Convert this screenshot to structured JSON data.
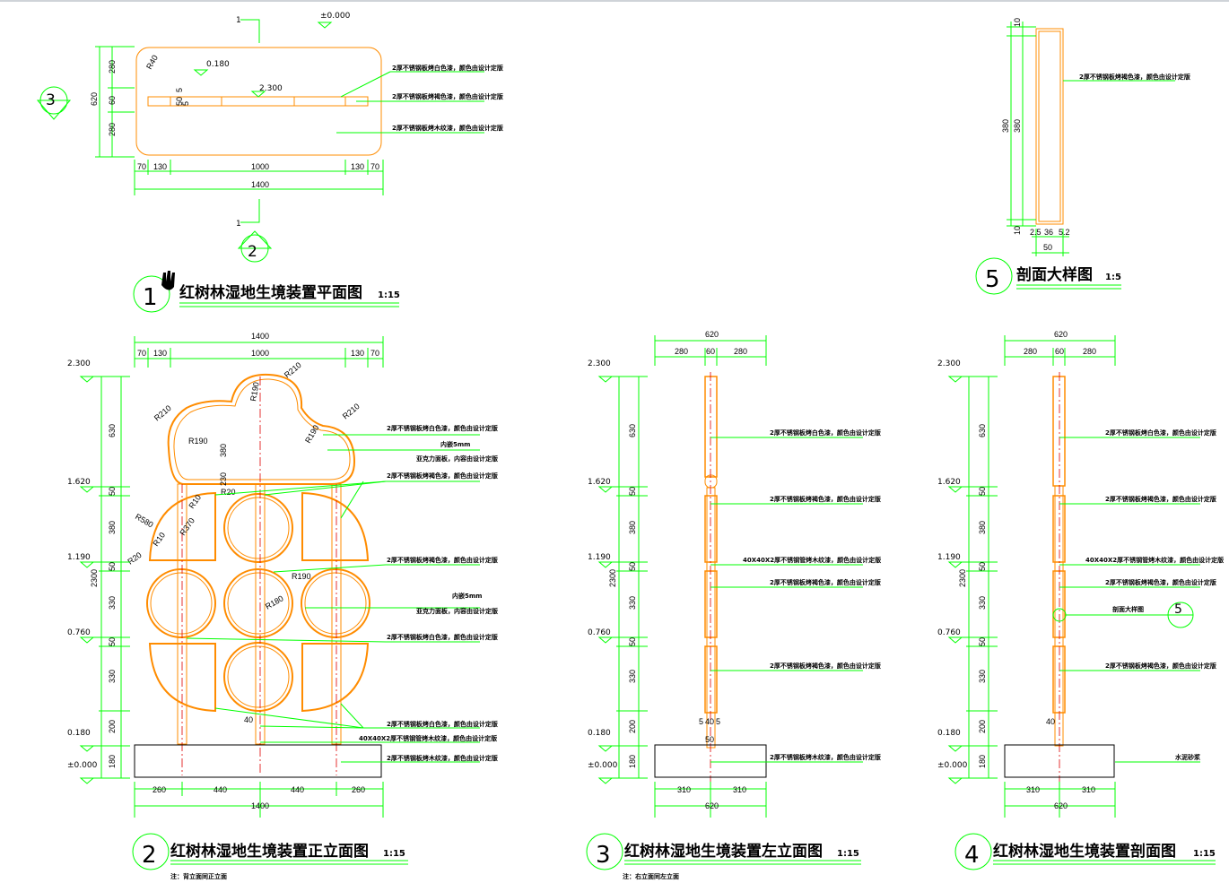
{
  "drawings": {
    "plan": {
      "number": "1",
      "title": "红树林湿地生境装置平面图",
      "scale": "1:15",
      "section_mark": "1",
      "level_top": "±0.000",
      "level_inner": "0.180",
      "level_mid": "2.300",
      "dims_bottom": [
        "70",
        "130",
        "1000",
        "130",
        "70"
      ],
      "dim_total": "1400",
      "dims_left": [
        "280",
        "60",
        "280"
      ],
      "dim_left_total": "620",
      "radius": "R40",
      "small_dims": [
        "5",
        "50",
        "5"
      ],
      "notes": [
        "2厚不锈钢板烤白色漆，颜色由设计定版",
        "2厚不锈钢板烤褐色漆，颜色由设计定版",
        "2厚不锈钢板烤木纹漆，颜色由设计定版"
      ],
      "callout_left": "3",
      "callout_bottom": "2"
    },
    "detail": {
      "number": "5",
      "title": "剖面大样图",
      "scale": "1:5",
      "dims_left": [
        "10",
        "380",
        "380",
        "10"
      ],
      "dims_bottom": [
        "2.5",
        "36",
        "5.2"
      ],
      "dim_total": "50",
      "note": "2厚不锈钢板烤褐色漆，颜色由设计定版"
    },
    "front": {
      "number": "2",
      "title": "红树林湿地生境装置正立面图",
      "scale": "1:15",
      "footnote": "注：背立面同正立面",
      "dims_top": [
        "70",
        "130",
        "1000",
        "130",
        "70"
      ],
      "dim_top_total": "1400",
      "levels": [
        "2.300",
        "1.620",
        "1.190",
        "0.760",
        "0.180",
        "±0.000"
      ],
      "dims_left": [
        "630",
        "50",
        "380",
        "50",
        "330",
        "50",
        "330",
        "200",
        "180"
      ],
      "dim_left_total": "2300",
      "dims_bottom": [
        "260",
        "440",
        "440",
        "260"
      ],
      "dim_bottom_total": "1400",
      "radii": [
        "R210",
        "R190",
        "R210",
        "R190",
        "R190",
        "R210",
        "R580",
        "R370",
        "R10",
        "R10",
        "R20",
        "R20",
        "R190",
        "R180"
      ],
      "inner_dims": [
        "380",
        "230",
        "40"
      ],
      "notes": [
        "2厚不锈钢板烤白色漆，颜色由设计定版",
        "内嵌5mm",
        "亚克力面板，内容由设计定版",
        "2厚不锈钢板烤褐色漆，颜色由设计定版",
        "2厚不锈钢板烤褐色漆，颜色由设计定版",
        "内嵌5mm",
        "亚克力面板，内容由设计定版",
        "2厚不锈钢板烤白色漆，颜色由设计定版",
        "2厚不锈钢板烤白色漆，颜色由设计定版",
        "40X40X2厚不锈钢管烤木纹漆，颜色由设计定版",
        "2厚不锈钢板烤木纹漆，颜色由设计定版"
      ]
    },
    "left": {
      "number": "3",
      "title": "红树林湿地生境装置左立面图",
      "scale": "1:15",
      "footnote": "注：右立面同左立面",
      "dims_top": [
        "280",
        "60",
        "280"
      ],
      "dim_top_total": "620",
      "levels": [
        "2.300",
        "1.620",
        "1.190",
        "0.760",
        "0.180",
        "±0.000"
      ],
      "dims_left": [
        "630",
        "50",
        "380",
        "50",
        "330",
        "50",
        "330",
        "200",
        "180"
      ],
      "dim_left_total": "2300",
      "dims_bottom": [
        "310",
        "310"
      ],
      "dim_bottom_total": "620",
      "small_dims": [
        "5",
        "40",
        "5",
        "50"
      ],
      "notes": [
        "2厚不锈钢板烤白色漆，颜色由设计定版",
        "2厚不锈钢板烤褐色漆，颜色由设计定版",
        "40X40X2厚不锈钢管烤木纹漆，颜色由设计定版",
        "2厚不锈钢板烤褐色漆，颜色由设计定版",
        "2厚不锈钢板烤褐色漆，颜色由设计定版",
        "2厚不锈钢板烤木纹漆，颜色由设计定版"
      ]
    },
    "section": {
      "number": "4",
      "title": "红树林湿地生境装置剖面图",
      "scale": "1:15",
      "dims_top": [
        "280",
        "60",
        "280"
      ],
      "dim_top_total": "620",
      "levels": [
        "2.300",
        "1.620",
        "1.190",
        "0.760",
        "0.180",
        "±0.000"
      ],
      "dims_left": [
        "630",
        "50",
        "380",
        "50",
        "330",
        "50",
        "330",
        "200",
        "180"
      ],
      "dim_left_total": "2300",
      "dims_bottom": [
        "310",
        "310"
      ],
      "dim_bottom_total": "620",
      "small_dim": "40",
      "callout": "5",
      "notes": [
        "2厚不锈钢板烤白色漆，颜色由设计定版",
        "2厚不锈钢板烤褐色漆，颜色由设计定版",
        "40X40X2厚不锈钢管烤木纹漆，颜色由设计定版",
        "2厚不锈钢板烤褐色漆，颜色由设计定版",
        "剖面大样图",
        "2厚不锈钢板烤褐色漆，颜色由设计定版",
        "水泥砂浆"
      ]
    }
  },
  "colors": {
    "dimension": "#00ff00",
    "outline": "#ff8c00",
    "centerline": "#e00000",
    "text": "#000000"
  }
}
